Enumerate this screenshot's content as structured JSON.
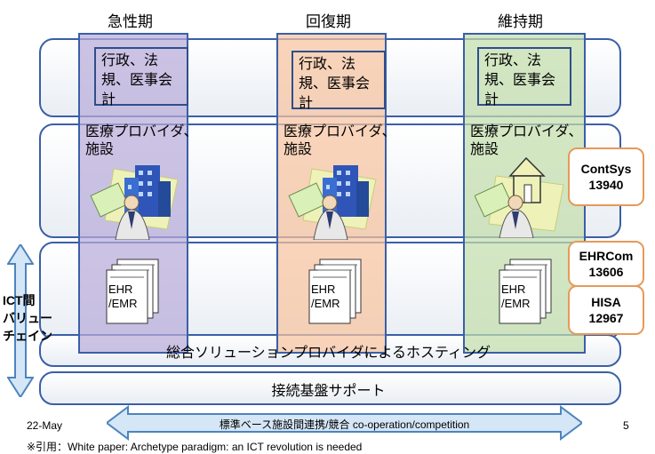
{
  "columns": [
    {
      "header": "急性期",
      "color": "#d0cae4"
    },
    {
      "header": "回復期",
      "color": "#f6d6c0"
    },
    {
      "header": "維持期",
      "color": "#d7e8c8"
    }
  ],
  "admin_box": "行政、法規、医事会計",
  "provider_label": "医療プロバイダ、施設",
  "ehr_label": "EHR /EMR",
  "hosting_label": "総合ソリューションプロバイダによるホスティング",
  "connection_label": "接続基盤サポート",
  "standards": [
    {
      "name": "ContSys",
      "number": "13940"
    },
    {
      "name": "EHRCom",
      "number": "13606"
    },
    {
      "name": "HISA",
      "number": "12967"
    }
  ],
  "ict_label": [
    "ICT間",
    "バリュー",
    "チェイン"
  ],
  "bottom_arrow_label": "標準ベース施設間連携/競合  co-operation/competition",
  "date_text": "22-May",
  "page_number": "5",
  "citation": "※引用：White paper: Archetype paradigm: an ICT revolution is needed"
}
